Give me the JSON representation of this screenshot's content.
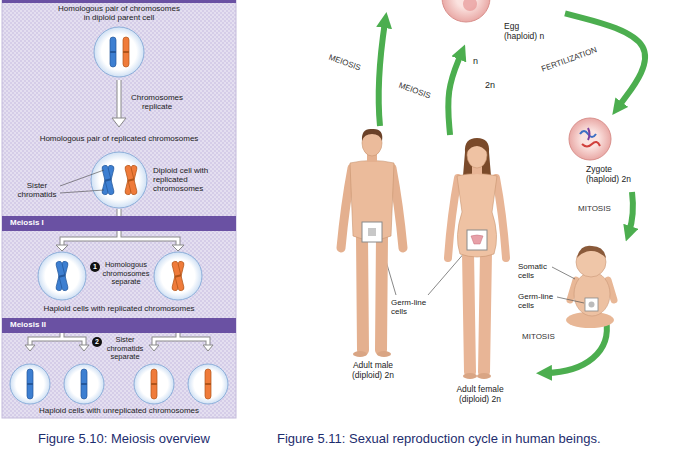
{
  "diagram": {
    "nodes": [
      {
        "text": [
          "Meiosis I"
        ]
      },
      {
        "text": [
          "Meiosis II"
        ]
      },
      {
        "text": [
          "Egg (haploid) n"
        ]
      },
      {
        "text": [
          "Zygote (haploid) 2n"
        ]
      },
      {
        "text": [
          "Adult male (diploid) 2n"
        ]
      },
      {
        "text": [
          "Adult female (diploid) 2n"
        ]
      }
    ],
    "edges": [
      {
        "from": 5,
        "to": 2,
        "arrow": "to",
        "label": "MEIOSIS"
      },
      {
        "from": 2,
        "to": 3,
        "arrow": "to",
        "label": "FERTILIZATION"
      }
    ],
    "labels": [
      "Homologous pair of chromosomes in diploid parent cell",
      "Chromosomes replicate",
      "Homologous pair of replicated chromosomes",
      "Diploid cell with replicated chromosomes",
      "Sister chromatids",
      "1",
      "Homologous chromosomes separate",
      "Haploid cells with replicated chromosomes",
      "2",
      "Sister chromatids separate",
      "Haploid cells with unreplicated chromosomes",
      "MEIOSIS",
      "n",
      "2n",
      "MITOSIS",
      "Somatic cells",
      "Germ-line cells",
      "Germ-line cells",
      "MITOSIS",
      "Figure 5.10: Meiosis overview",
      "Figure 5.11: Sexual reproduction cycle in human beings."
    ]
  }
}
